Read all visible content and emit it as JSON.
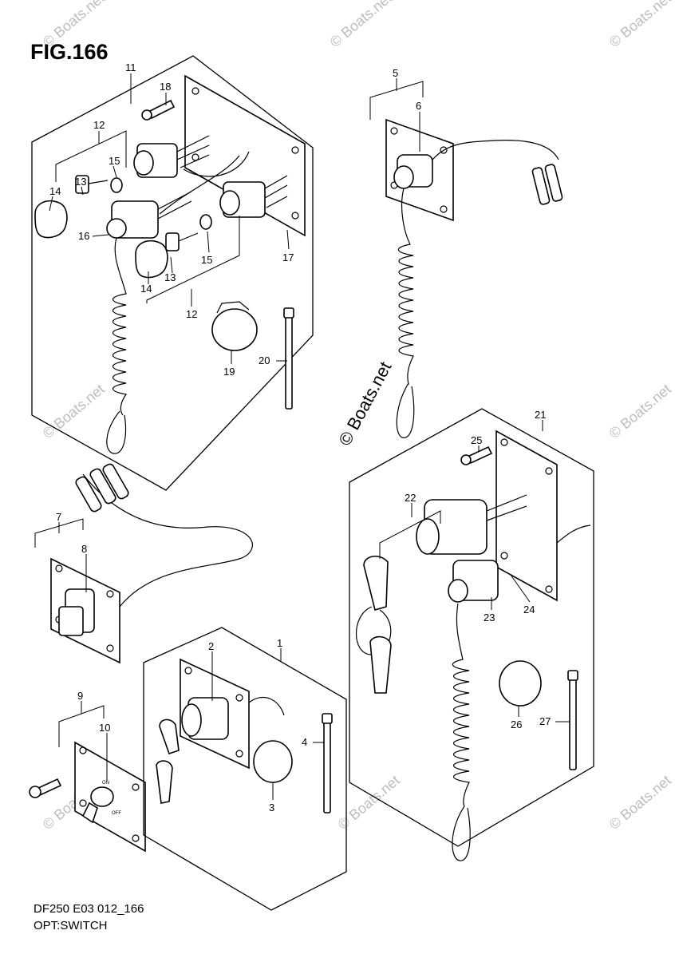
{
  "figure": {
    "title": "FIG.166"
  },
  "footer": {
    "code": "DF250 E03 012_166",
    "name": "OPT:SWITCH"
  },
  "watermark": {
    "small": "© Boats.net",
    "large": "© Boats.net"
  },
  "switch_text": {
    "on": "ON",
    "off": "OFF"
  },
  "callouts": {
    "c1": "1",
    "c2": "2",
    "c3": "3",
    "c4": "4",
    "c5": "5",
    "c6": "6",
    "c7": "7",
    "c8": "8",
    "c9": "9",
    "c10": "10",
    "c11": "11",
    "c12a": "12",
    "c12b": "12",
    "c13a": "13",
    "c13b": "13",
    "c14a": "14",
    "c14b": "14",
    "c15a": "15",
    "c15b": "15",
    "c16": "16",
    "c17": "17",
    "c18": "18",
    "c19": "19",
    "c20": "20",
    "c21": "21",
    "c22": "22",
    "c23": "23",
    "c24": "24",
    "c25": "25",
    "c26": "26",
    "c27": "27"
  }
}
